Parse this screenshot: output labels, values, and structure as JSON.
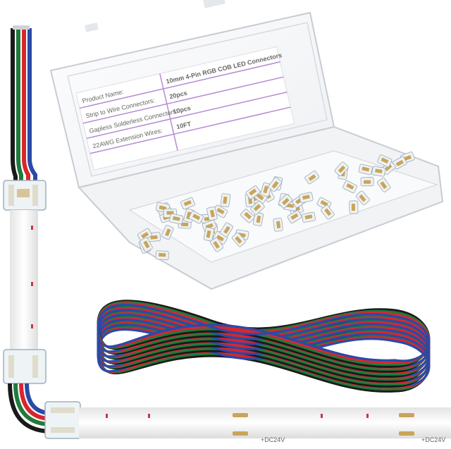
{
  "box_label": {
    "title": "10mm 4-Pin RGB COB LED Connectors",
    "rows": [
      {
        "name": "Product Name:",
        "value": ""
      },
      {
        "name": "Strip to Wire Connectors:",
        "value": "20pcs"
      },
      {
        "name": "Gapless Solderless Connectors:",
        "value": "10pcs"
      },
      {
        "name": "22AWG Extension Wires:",
        "value": "10FT"
      }
    ]
  },
  "strip_marking": "+DC24V",
  "colors": {
    "wire_black": "#1a1a1a",
    "wire_green": "#1f7a3c",
    "wire_red": "#d9262e",
    "wire_blue": "#2a4aa8",
    "strip_white": "#f4f4f4",
    "pad_gold": "#c9a55a",
    "box_stroke": "#c8ccd2",
    "label_purple": "#b48ad6"
  }
}
